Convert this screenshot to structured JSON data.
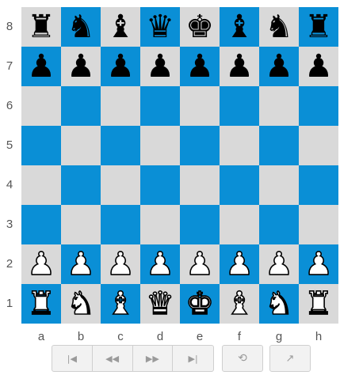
{
  "ranks": [
    "8",
    "7",
    "6",
    "5",
    "4",
    "3",
    "2",
    "1"
  ],
  "files": [
    "a",
    "b",
    "c",
    "d",
    "e",
    "f",
    "g",
    "h"
  ],
  "colors": {
    "light": "#d9d9d9",
    "dark": "#0a8fd6"
  },
  "board": [
    [
      "bR",
      "bN",
      "bB",
      "bQ",
      "bK",
      "bB",
      "bN",
      "bR"
    ],
    [
      "bP",
      "bP",
      "bP",
      "bP",
      "bP",
      "bP",
      "bP",
      "bP"
    ],
    [
      "",
      "",
      "",
      "",
      "",
      "",
      "",
      ""
    ],
    [
      "",
      "",
      "",
      "",
      "",
      "",
      "",
      ""
    ],
    [
      "",
      "",
      "",
      "",
      "",
      "",
      "",
      ""
    ],
    [
      "",
      "",
      "",
      "",
      "",
      "",
      "",
      ""
    ],
    [
      "wP",
      "wP",
      "wP",
      "wP",
      "wP",
      "wP",
      "wP",
      "wP"
    ],
    [
      "wR",
      "wN",
      "wB",
      "wQ",
      "wK",
      "wB",
      "wN",
      "wR"
    ]
  ],
  "controls": {
    "first": "first-move-icon",
    "prev": "previous-move-icon",
    "next": "next-move-icon",
    "last": "last-move-icon",
    "flip": "flip-board-icon",
    "external": "open-external-icon"
  }
}
